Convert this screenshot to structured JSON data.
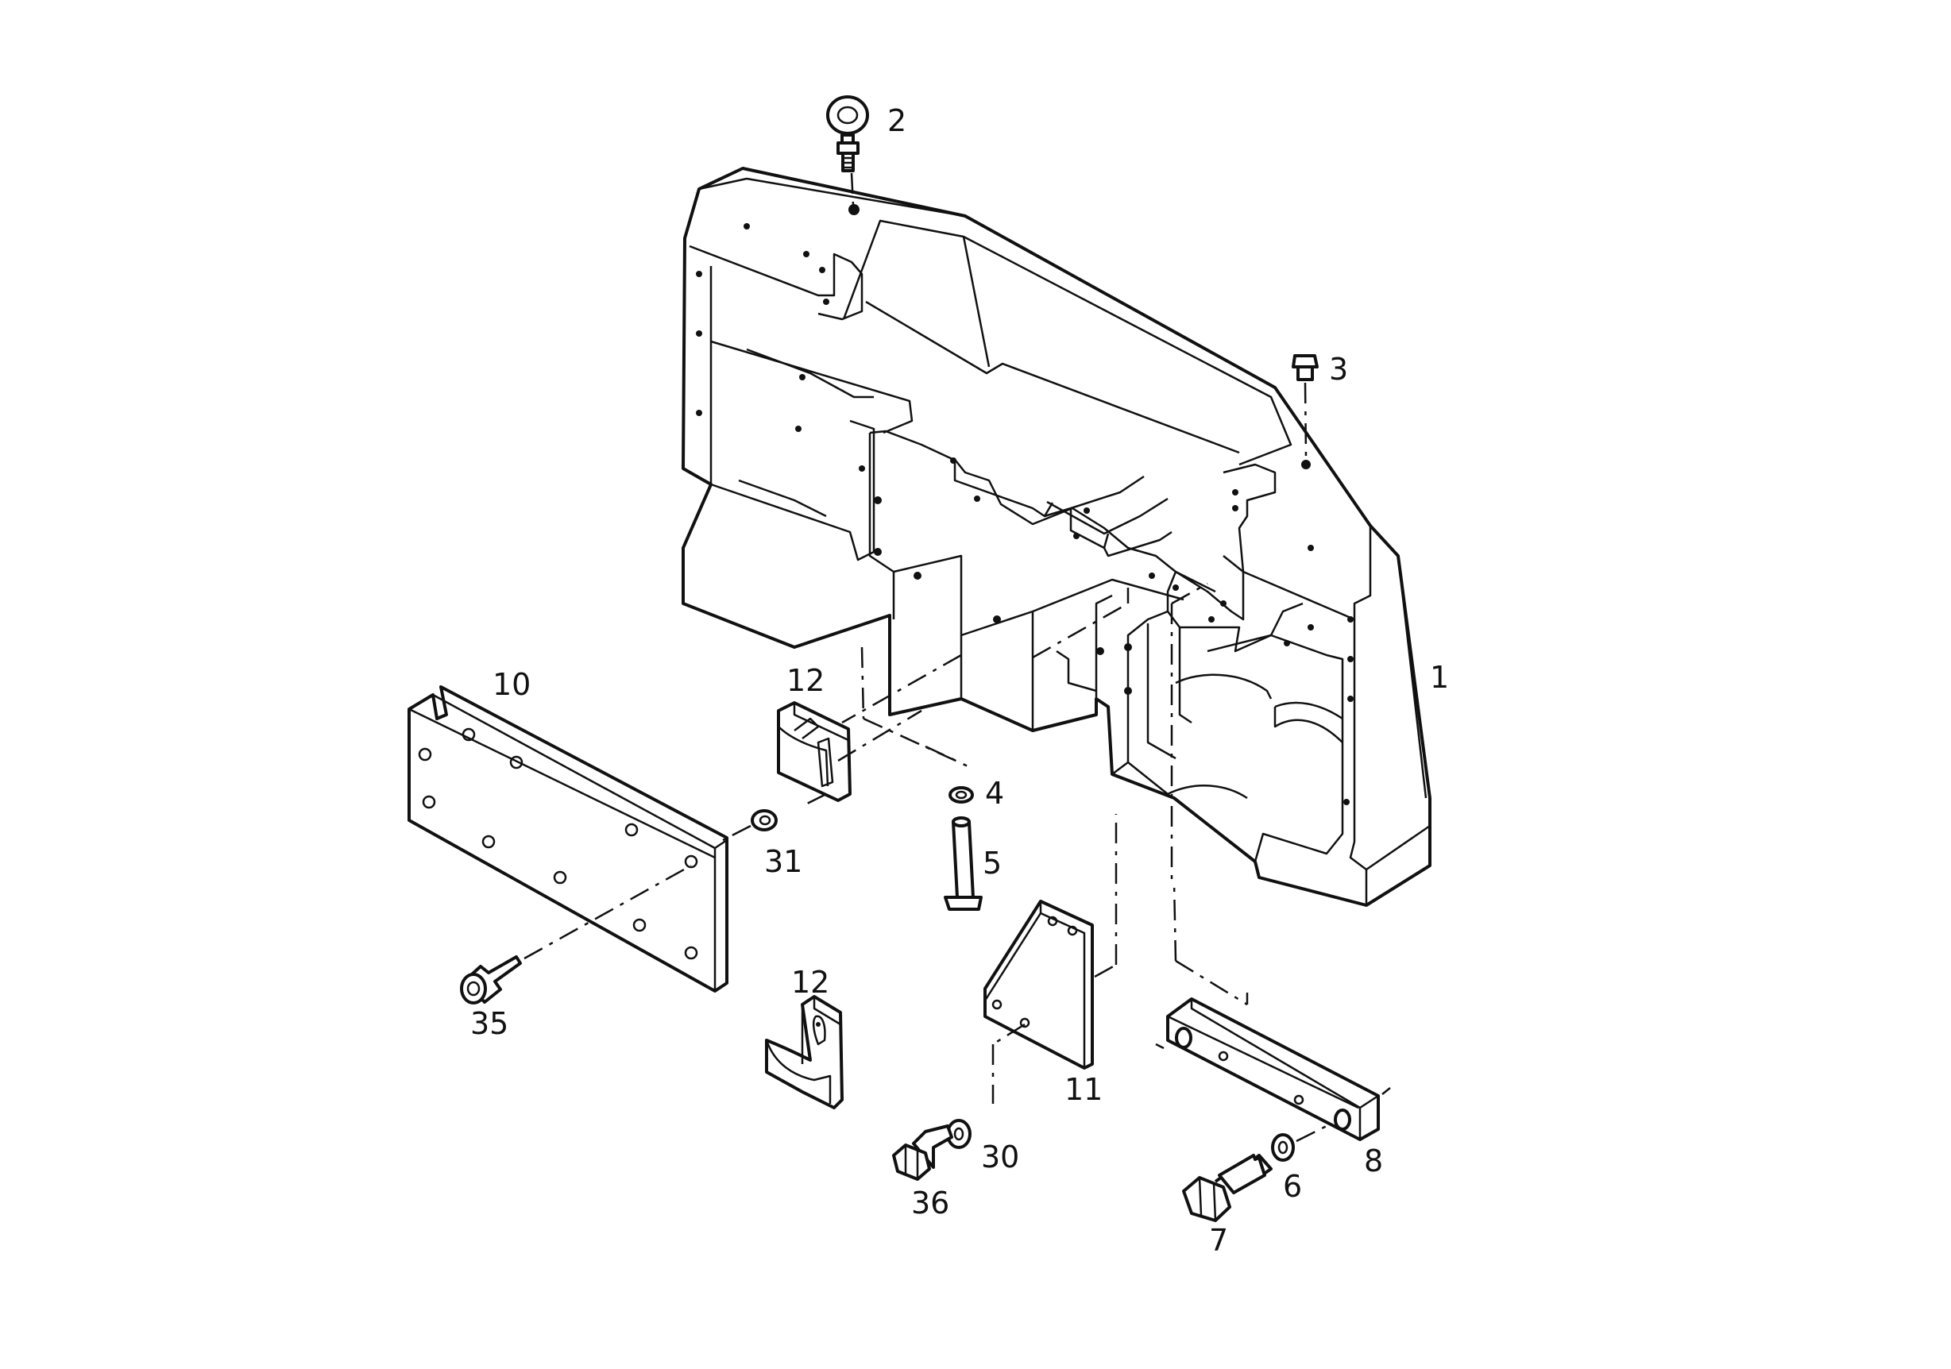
{
  "diagram": {
    "labels": {
      "l1": "1",
      "l2": "2",
      "l3": "3",
      "l4": "4",
      "l5": "5",
      "l6": "6",
      "l7": "7",
      "l8": "8",
      "l10": "10",
      "l11": "11",
      "l12a": "12",
      "l12b": "12",
      "l30": "30",
      "l31": "31",
      "l35": "35",
      "l36": "36"
    }
  }
}
